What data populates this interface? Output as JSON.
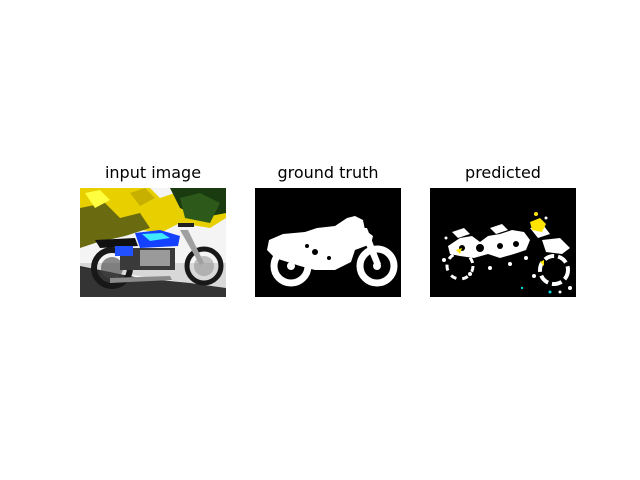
{
  "panels": [
    {
      "title": "input image"
    },
    {
      "title": "ground truth"
    },
    {
      "title": "predicted"
    }
  ],
  "colors": {
    "background": "#ffffff",
    "mask_bg": "#000000",
    "mask_fg": "#ffffff",
    "pred_yellow": "#ffe400",
    "pred_cyan": "#00d8e0",
    "photo_sky": "#ffffff",
    "photo_foliage": "#e8d000",
    "photo_tank": "#1440ff",
    "photo_shadow": "#101010"
  }
}
